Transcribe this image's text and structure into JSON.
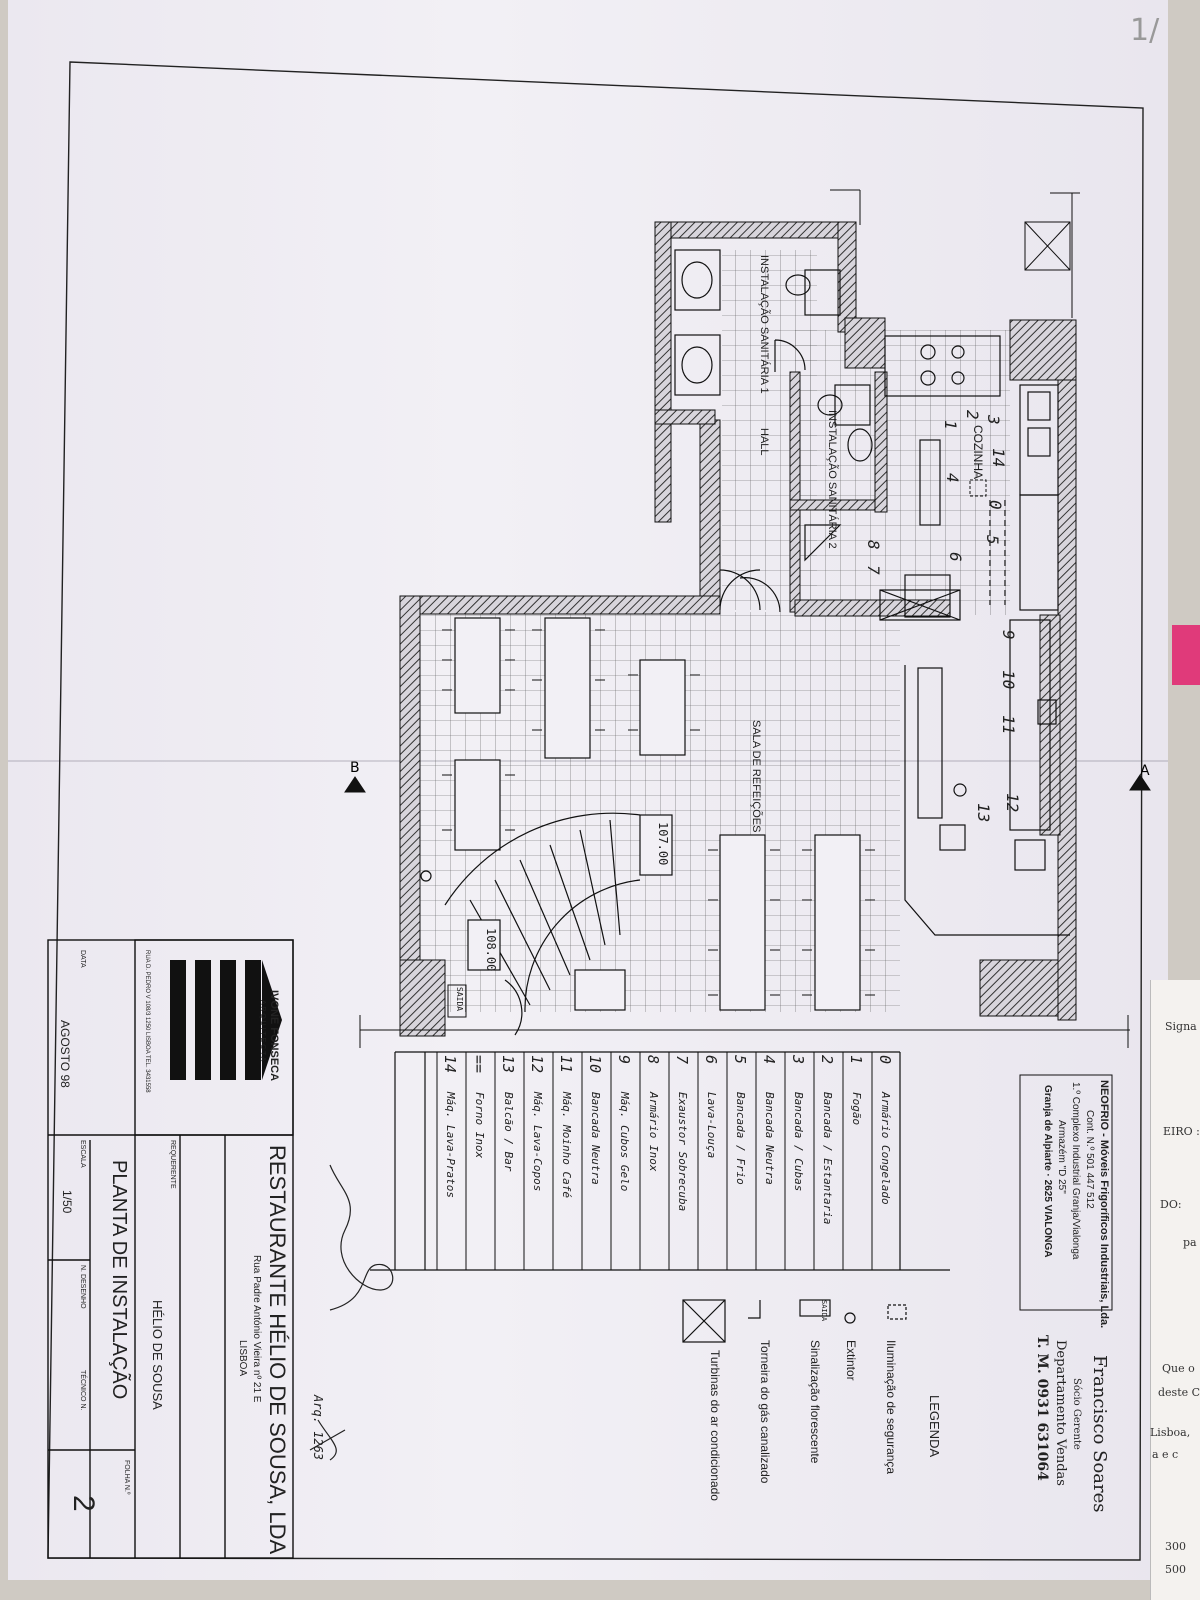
{
  "drawing": {
    "room_labels": {
      "sanitary1": "INSTALAÇÃO SANITÁRIA 1",
      "sanitary2": "INSTALAÇÃO SANITÁRIA 2",
      "hall": "HALL",
      "kitchen": "COZINHA",
      "dining": "SALA DE REFEIÇÕES"
    },
    "elevations": {
      "dining": "107.00",
      "stairs": "108.00"
    },
    "section_marks": {
      "a": "A",
      "b": "B"
    },
    "signage_symbol": "SAIDA",
    "kitchen_numbers": [
      "3",
      "14",
      "2",
      "1",
      "4",
      "0",
      "5",
      "8",
      "7",
      "6",
      "9",
      "10",
      "11",
      "12",
      "13"
    ],
    "page_mark": "1/"
  },
  "supplier": {
    "company": "NEOFRIO - Móveis Frigoríficos Industriais, Lda.",
    "contrib": "Cont. N.º 501 447 512",
    "complex": "1.º Complexo Industrial Granja/Vialonga",
    "warehouse": "Armazém \"D 25\"",
    "address": "Granja de Alpiarte · 2625 VIALONGA",
    "contact_name": "Francisco Soares",
    "contact_role": "Sócio Gerente",
    "contact_dept": "Departamento Vendas",
    "contact_phone": "T. M. 0931 631064"
  },
  "legend": {
    "title": "LEGENDA",
    "items": [
      {
        "icon": "security-light-icon",
        "label": "Iluminação de segurança"
      },
      {
        "icon": "extinguisher-icon",
        "label": "Extintor"
      },
      {
        "icon": "fluorescent-sign-icon",
        "label": "Sinalização florescente"
      },
      {
        "icon": "gas-tap-icon",
        "label": "Torneira do gás canalizado"
      },
      {
        "icon": "ac-turbine-icon",
        "label": "Turbinas do ar condicionado"
      }
    ]
  },
  "equipment": [
    {
      "num": "0",
      "name": "Armário Congelado"
    },
    {
      "num": "1",
      "name": "Fogão"
    },
    {
      "num": "2",
      "name": "Bancada / Estantaria"
    },
    {
      "num": "3",
      "name": "Bancada / Cubas"
    },
    {
      "num": "4",
      "name": "Bancada Neutra"
    },
    {
      "num": "5",
      "name": "Bancada / Frio"
    },
    {
      "num": "6",
      "name": "Lava-Louça"
    },
    {
      "num": "7",
      "name": "Exaustor Sobrecuba"
    },
    {
      "num": "8",
      "name": "Armário Inox"
    },
    {
      "num": "9",
      "name": "Máq. Cubos Gelo"
    },
    {
      "num": "10",
      "name": "Bancada Neutra"
    },
    {
      "num": "11",
      "name": "Máq. Moinho Café"
    },
    {
      "num": "12",
      "name": "Máq. Lava-Copos"
    },
    {
      "num": "13",
      "name": "Balcão / Bar"
    },
    {
      "num": "==",
      "name": "Forno Inox"
    },
    {
      "num": "14",
      "name": "Máq. Lava-Pratos"
    }
  ],
  "title_block": {
    "project": "RESTAURANTE HÉLIO DE SOUSA, LDA",
    "address": "Rua Padre António Vieira nº 21 E",
    "city": "LISBOA",
    "client_label": "REQUERENTE",
    "client": "HÉLIO DE SOUSA",
    "drawing_title": "PLANTA DE INSTALAÇÃO",
    "date_label": "DATA",
    "date": "AGOSTO 98",
    "scale_label": "ESCALA",
    "scale": "1/50",
    "sheet_label": "FOLHA N.º",
    "sheet": "2",
    "check_label": "N. DESENHO",
    "tech_label": "TÉCNICO N.",
    "architect": "IVONE FONSECA",
    "architect_role": "A R Q U I T E C T A",
    "architect_address": "RUA D. PEDRO V 108/3 1250 LISBOA TEL. 3431558"
  },
  "annotations": {
    "handwritten_ref": "Arq. 1263"
  },
  "edge_sheet": {
    "lines": [
      "Signa",
      "EIRO :",
      "DO:",
      "pa",
      "Que o",
      "deste C",
      "Lisboa, ",
      "a e c",
      "300",
      "500"
    ]
  }
}
